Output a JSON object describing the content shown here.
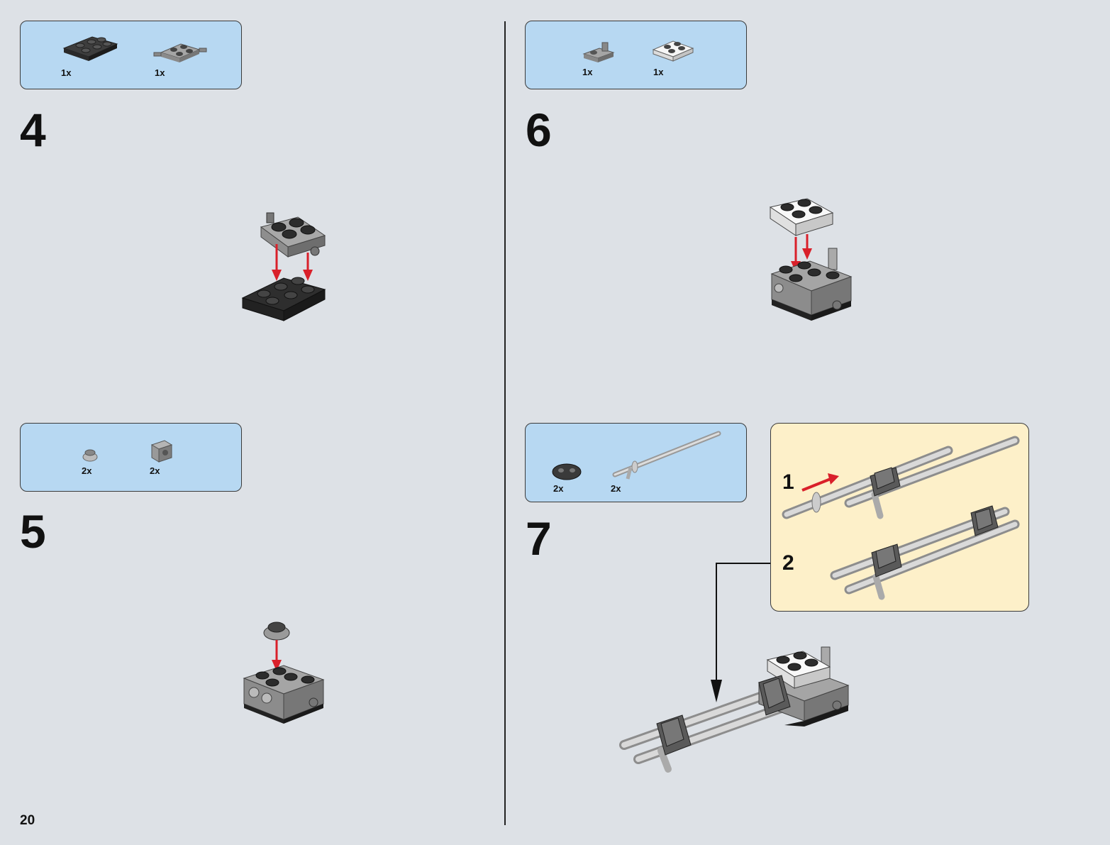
{
  "page": {
    "number": "20"
  },
  "steps": [
    {
      "number": "4",
      "parts": [
        {
          "qty": "1x",
          "icon": "dark-plate-2x3-icon"
        },
        {
          "qty": "1x",
          "icon": "gray-plate-with-pins-icon"
        }
      ]
    },
    {
      "number": "5",
      "parts": [
        {
          "qty": "2x",
          "icon": "round-stud-icon"
        },
        {
          "qty": "2x",
          "icon": "brick-with-hole-icon"
        }
      ]
    },
    {
      "number": "6",
      "parts": [
        {
          "qty": "1x",
          "icon": "gray-clip-plate-icon"
        },
        {
          "qty": "1x",
          "icon": "white-plate-2x2-icon"
        }
      ]
    },
    {
      "number": "7",
      "parts": [
        {
          "qty": "2x",
          "icon": "dark-connector-icon"
        },
        {
          "qty": "2x",
          "icon": "long-bar-icon"
        }
      ],
      "substeps": [
        {
          "number": "1"
        },
        {
          "number": "2"
        }
      ]
    }
  ],
  "colors": {
    "parts_box": "#b7d8f2",
    "substep_box": "#fdf0c9",
    "arrow_red": "#d9202a",
    "background": "#dde1e6"
  }
}
